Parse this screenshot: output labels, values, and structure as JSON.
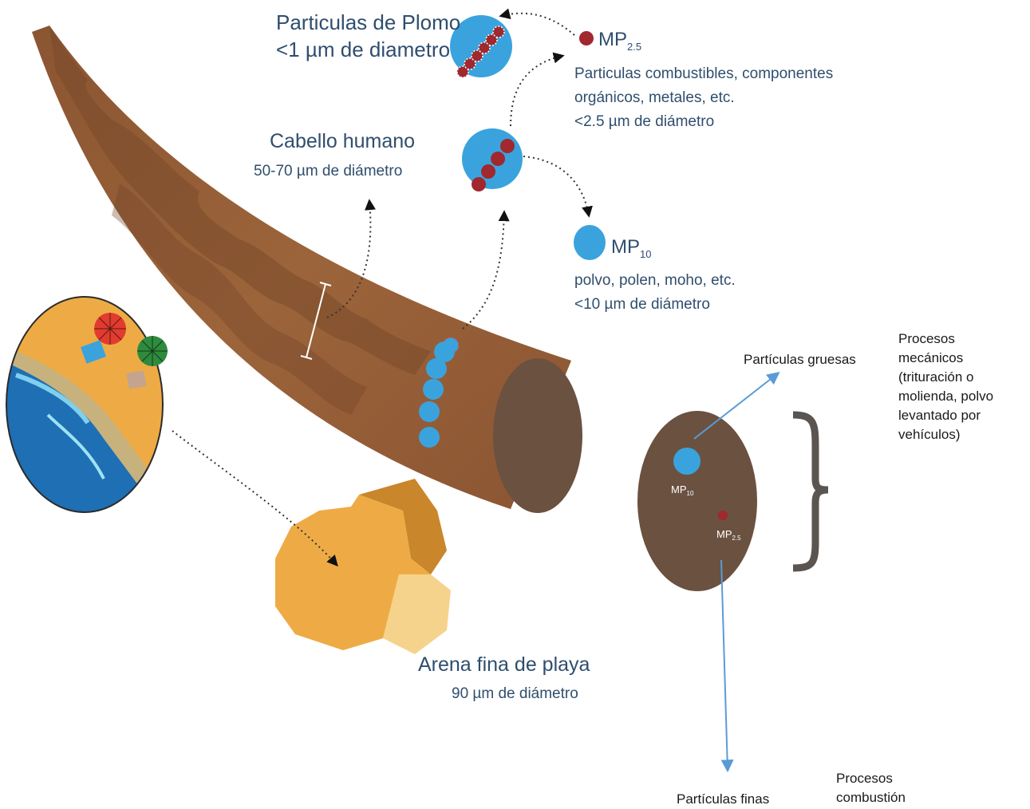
{
  "plomo": {
    "title": "Particulas de  Plomo",
    "size": "<1 µm de diametro"
  },
  "mp25": {
    "label_main": "MP",
    "label_sub": "2.5",
    "desc_lines": [
      "Particulas combustibles, componentes",
      "orgánicos, metales, etc.",
      "<2.5 µm de diámetro"
    ]
  },
  "cabello": {
    "title": "Cabello humano",
    "size": "50-70 µm de diámetro"
  },
  "mp10": {
    "label_main": "MP",
    "label_sub": "10",
    "desc_lines": [
      "polvo, polen, moho, etc.",
      "<10 µm de diámetro"
    ]
  },
  "arena": {
    "title": "Arena fina de playa",
    "size": "90 µm de diámetro"
  },
  "cross_section": {
    "mp10_main": "MP",
    "mp10_sub": "10",
    "mp25_main": "MP",
    "mp25_sub": "2.5"
  },
  "gruesas": {
    "label": "Partículas gruesas",
    "proc_lines": [
      "Procesos",
      "mecánicos",
      "(trituración o",
      "molienda, polvo",
      "levantado por",
      "vehículos)"
    ]
  },
  "finas": {
    "label": "Partículas finas",
    "proc_lines": [
      "Procesos",
      "combustión"
    ]
  },
  "colors": {
    "hair_dark": "#6b4530",
    "hair_light": "#a26a3c",
    "particle_blue": "#3aa3dd",
    "particle_red": "#a0282e",
    "sand": "#eeab45",
    "text_blue": "#2f4e6e",
    "arrow_blue": "#5b9bd5"
  }
}
